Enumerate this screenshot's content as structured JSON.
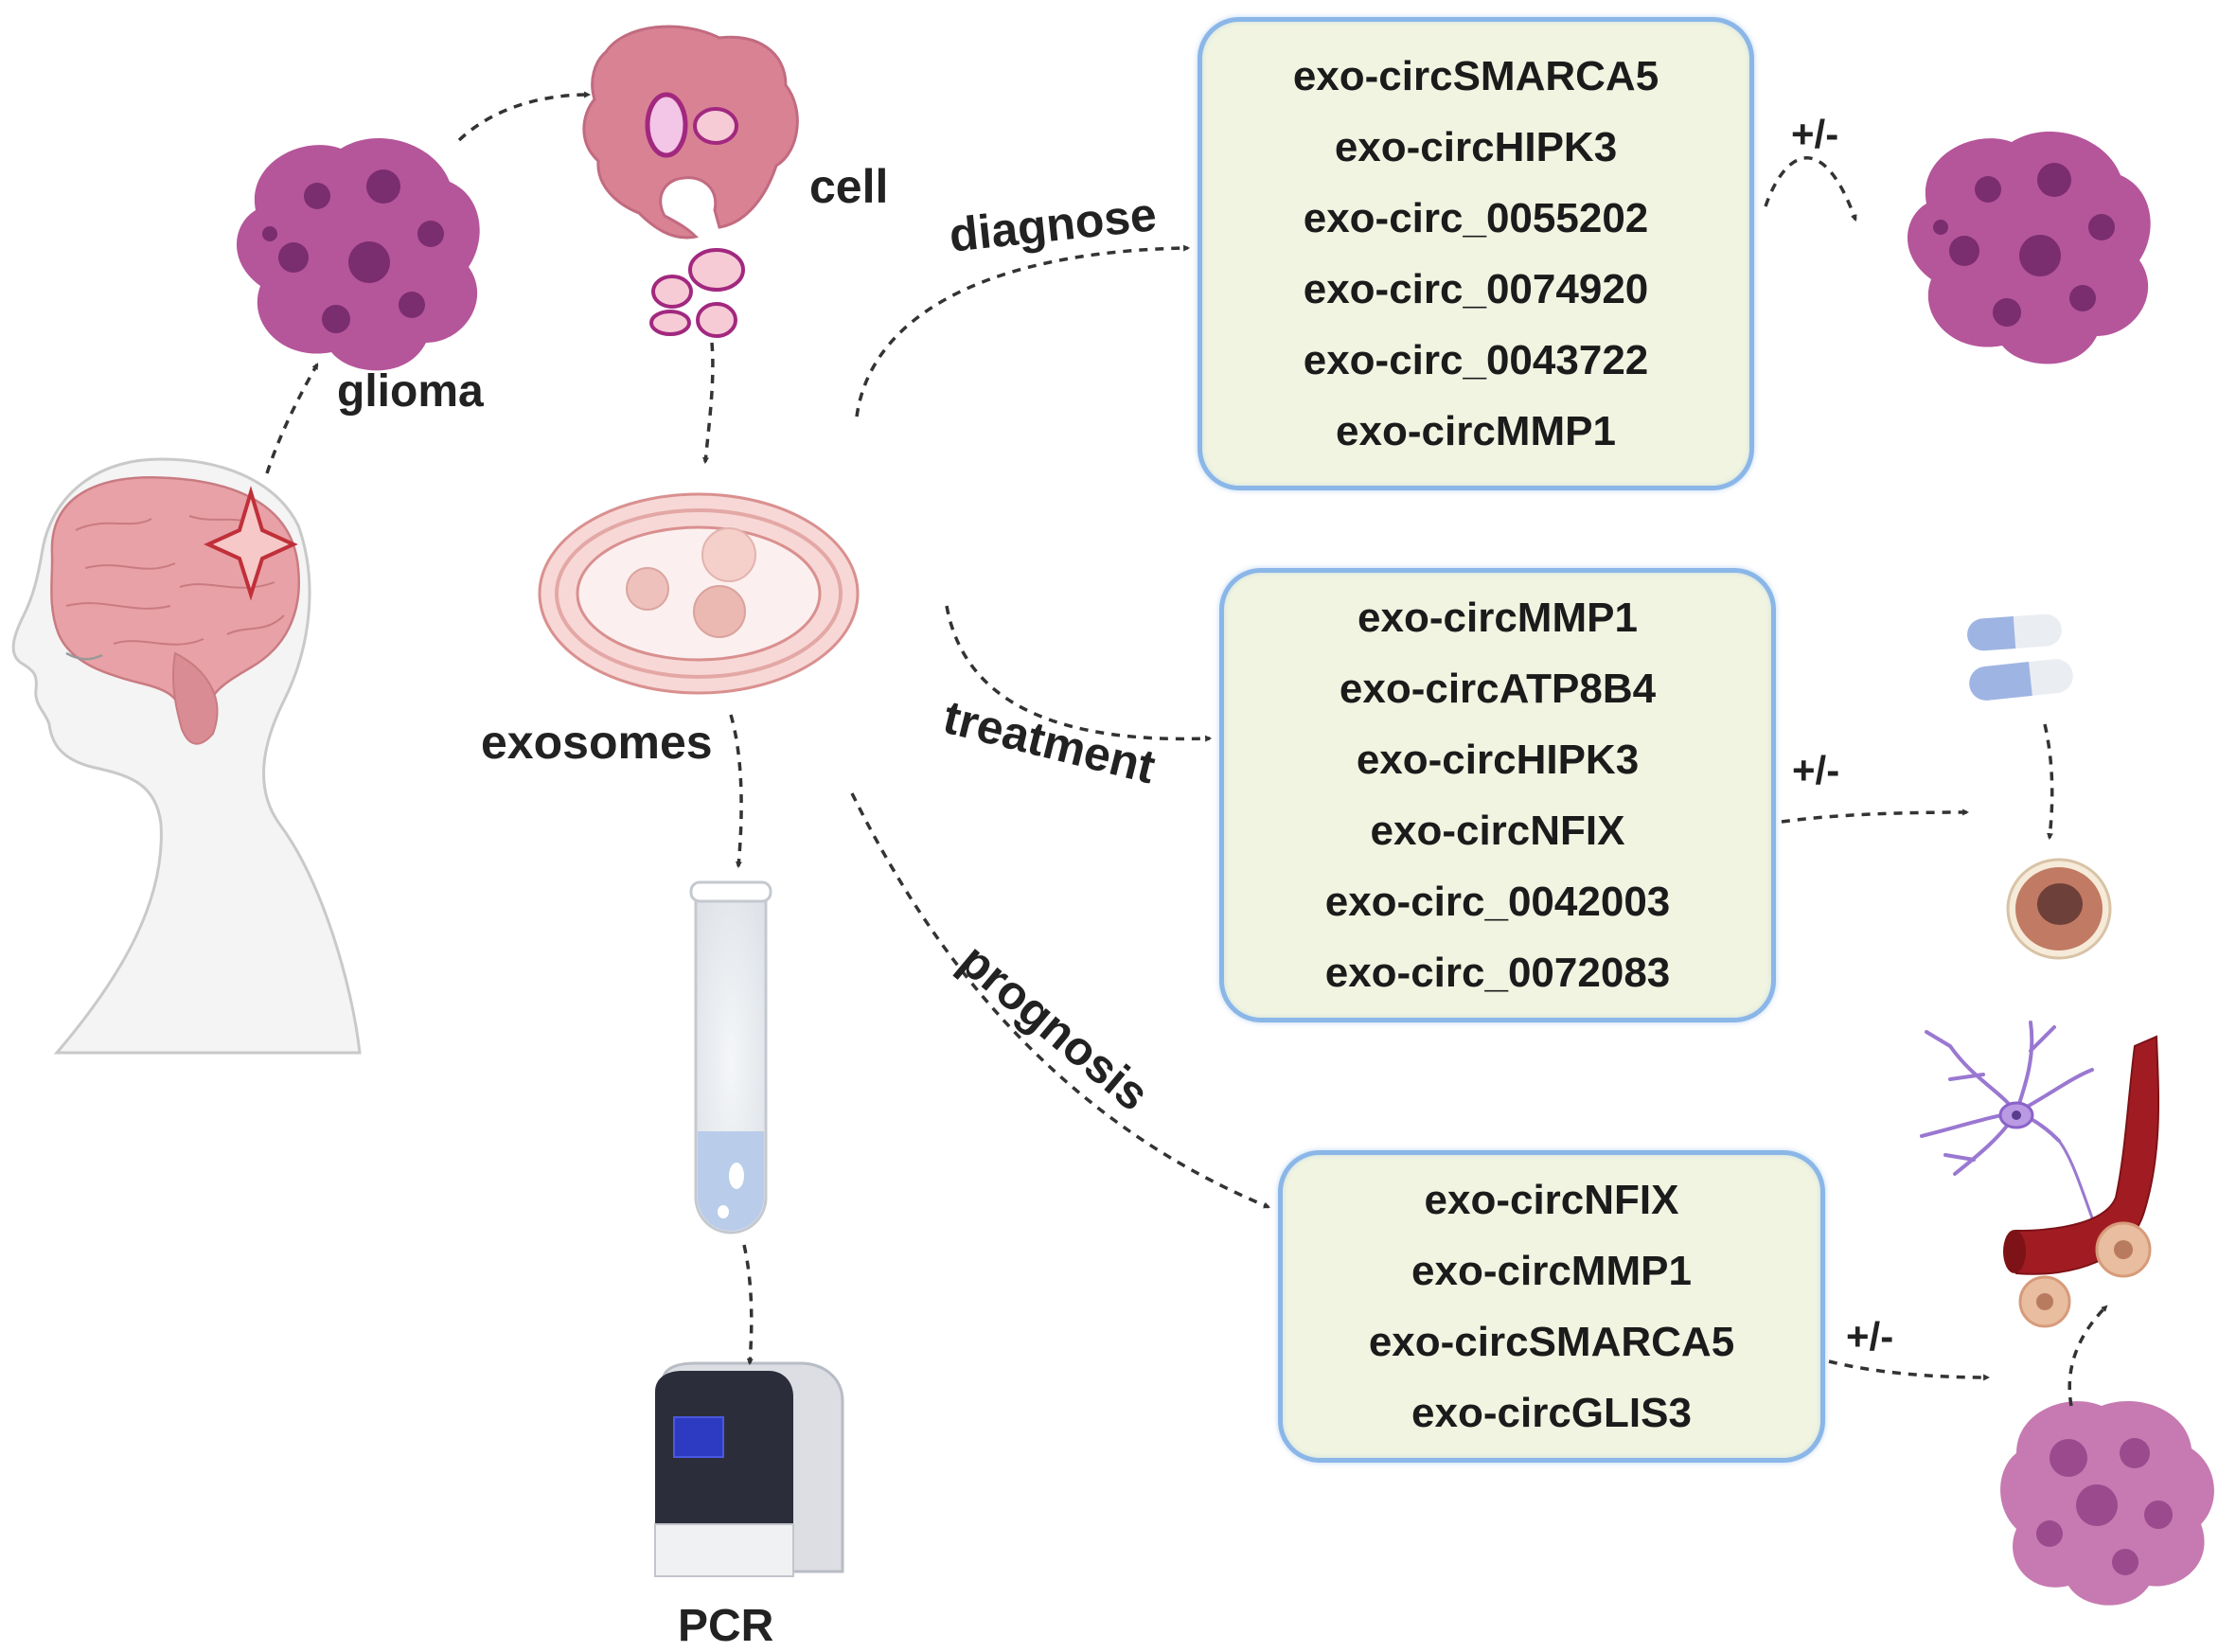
{
  "labels": {
    "glioma": "glioma",
    "cell": "cell",
    "exosomes": "exosomes",
    "pcr": "PCR",
    "diagnose": "diagnose",
    "treatment": "treatment",
    "prognosis": "prognosis"
  },
  "boxes": {
    "diagnose": [
      "exo-circSMARCA5",
      "exo-circHIPK3",
      "exo-circ_0055202",
      "exo-circ_0074920",
      "exo-circ_0043722",
      "exo-circMMP1"
    ],
    "treatment": [
      "exo-circMMP1",
      "exo-circATP8B4",
      "exo-circHIPK3",
      "exo-circNFIX",
      "exo-circ_0042003",
      "exo-circ_0072083"
    ],
    "prognosis": [
      "exo-circNFIX",
      "exo-circMMP1",
      "exo-circSMARCA5",
      "exo-circGLIS3"
    ]
  },
  "effects": {
    "diagnose": "+/-",
    "treatment": "+/-",
    "prognosis": "+/-"
  },
  "colors": {
    "box_fill": "#f0f4e1",
    "box_border": "#8ab6e8",
    "tumor": "#b5559a",
    "arrow": "#333333"
  }
}
